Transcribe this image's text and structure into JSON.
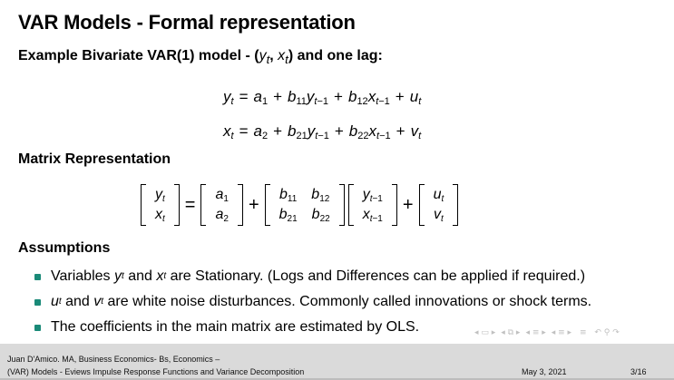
{
  "slide": {
    "title": "VAR Models - Formal representation",
    "subtitle_prefix": "Example Bivariate VAR(1) model - (",
    "subtitle_vars": [
      "y",
      "t",
      "x",
      "t"
    ],
    "subtitle_suffix": ") and one lag:",
    "equations": [
      "y_t = a_1 + b_11 y_{t-1} + b_12 x_{t-1} + u_t",
      "x_t = a_2 + b_21 y_{t-1} + b_22 x_{t-1} + v_t"
    ],
    "matrix_heading": "Matrix Representation",
    "matrix_equation": "[y_t; x_t] = [a_1; a_2] + [b_11 b_12; b_21 b_22][y_{t-1}; x_{t-1}] + [u_t; v_t]",
    "assumptions_heading": "Assumptions",
    "assumptions": [
      {
        "pre": "Variables ",
        "v1": "y",
        "mid": " and ",
        "v2": "x",
        "post": " are Stationary. (Logs and Differences can be applied if required.)"
      },
      {
        "pre": "",
        "v1": "u",
        "mid": " and ",
        "v2": "v",
        "post": " are white noise disturbances. Commonly called innovations or shock terms."
      },
      {
        "text": "The coefficients in the main matrix are estimated by OLS."
      }
    ],
    "bullet_color": "#1a8a78"
  },
  "navigation": {
    "icons": [
      "nav-frame-icon",
      "nav-subsection-icon",
      "nav-section-icon",
      "nav-subsection-next-icon",
      "nav-align-icon",
      "nav-back-search-forward-icon"
    ]
  },
  "footer": {
    "author_line": "Juan D'Amico. MA, Business Economics- Bs, Economics –",
    "presentation_title": "(VAR) Models - Eviews Impulse Response Functions and Variance Decomposition",
    "date": "May 3, 2021",
    "page": "3/16"
  }
}
